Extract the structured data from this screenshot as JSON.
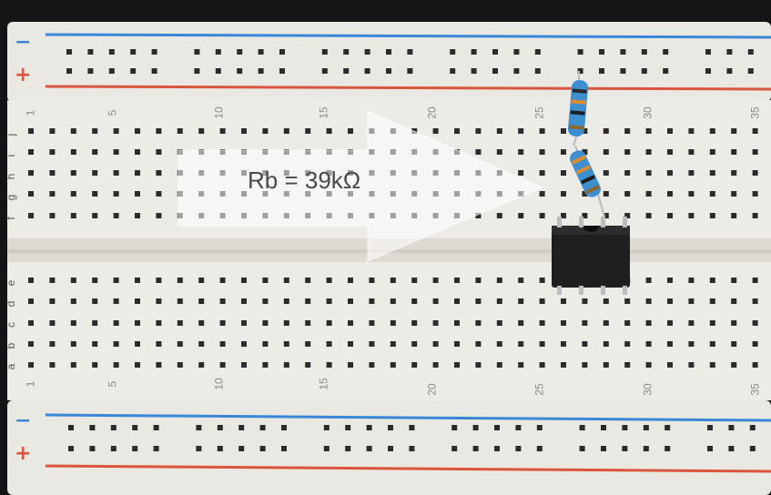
{
  "annotation": {
    "label": "Rb = 39kΩ"
  },
  "breadboard": {
    "column_numbers": [
      "1",
      "5",
      "10",
      "15",
      "20",
      "25",
      "30",
      "35"
    ],
    "top_rows": [
      "f",
      "g",
      "h",
      "i",
      "j"
    ],
    "bottom_rows": [
      "a",
      "b",
      "c",
      "d",
      "e"
    ],
    "rail_signs": {
      "minus": "−",
      "plus": "+"
    }
  },
  "colors": {
    "board": "#ecebe6",
    "hole": "#2b2b2b",
    "rail_blue": "#3a86d8",
    "rail_red": "#d9553d",
    "resistor_body": "#3d8fd0",
    "chip_body": "#1f1f1f"
  }
}
